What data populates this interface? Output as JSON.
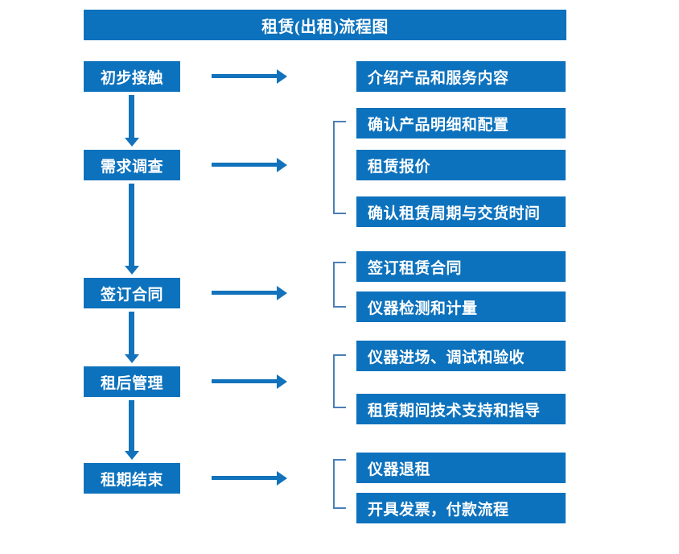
{
  "title": {
    "text": "租赁(出租)流程图"
  },
  "colors": {
    "box_fill": "#0d72bd",
    "box_text": "#ffffff",
    "arrow": "#1272bc",
    "bracket": "#4a7fb5",
    "background": "#ffffff"
  },
  "stages": [
    {
      "label": "初步接触"
    },
    {
      "label": "需求调查"
    },
    {
      "label": "签订合同"
    },
    {
      "label": "租后管理"
    },
    {
      "label": "租期结束"
    }
  ],
  "tasks": [
    {
      "label": "介绍产品和服务内容"
    },
    {
      "label": "确认产品明细和配置"
    },
    {
      "label": "租赁报价"
    },
    {
      "label": "确认租赁周期与交货时间"
    },
    {
      "label": "签订租赁合同"
    },
    {
      "label": "仪器检测和计量"
    },
    {
      "label": "仪器进场、调试和验收"
    },
    {
      "label": "租赁期间技术支持和指导"
    },
    {
      "label": "仪器退租"
    },
    {
      "label": "开具发票，付款流程"
    }
  ],
  "groups": [
    {
      "name": "需求调查-tasks",
      "task_indices": [
        1,
        2,
        3
      ]
    },
    {
      "name": "签订合同-tasks",
      "task_indices": [
        4,
        5
      ]
    },
    {
      "name": "租后管理-tasks",
      "task_indices": [
        6,
        7
      ]
    },
    {
      "name": "租期结束-tasks",
      "task_indices": [
        8,
        9
      ]
    }
  ],
  "connectors": {
    "vertical_arrows": 4,
    "horizontal_arrows": 5
  }
}
